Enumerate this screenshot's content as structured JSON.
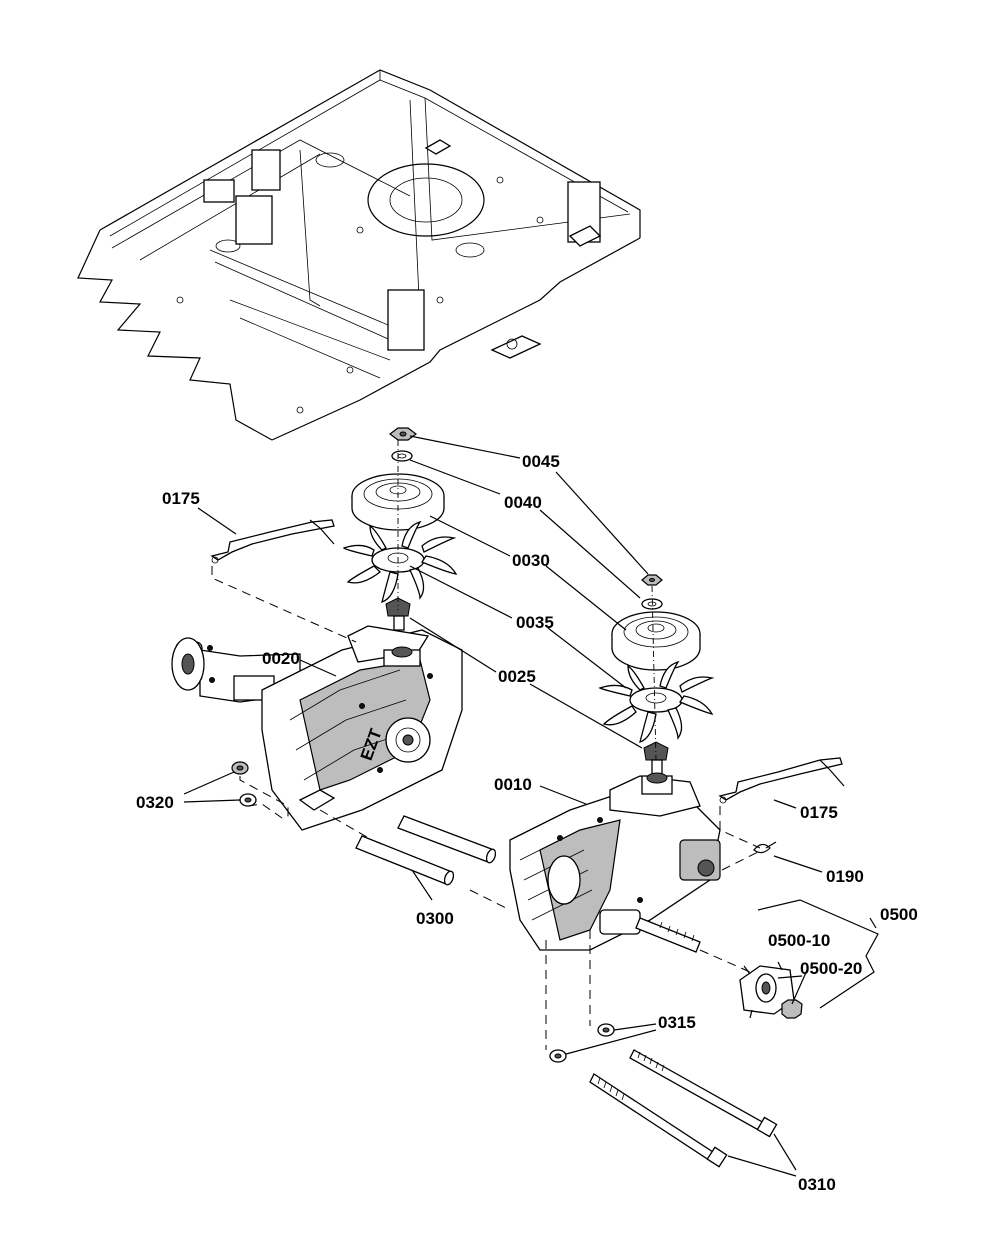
{
  "diagram": {
    "callouts": [
      {
        "id": "c0045",
        "label": "0045"
      },
      {
        "id": "c0040",
        "label": "0040"
      },
      {
        "id": "c0030",
        "label": "0030"
      },
      {
        "id": "c0035",
        "label": "0035"
      },
      {
        "id": "c0025",
        "label": "0025"
      },
      {
        "id": "c0175a",
        "label": "0175"
      },
      {
        "id": "c0020",
        "label": "0020"
      },
      {
        "id": "c0010",
        "label": "0010"
      },
      {
        "id": "c0175b",
        "label": "0175"
      },
      {
        "id": "c0320",
        "label": "0320"
      },
      {
        "id": "c0190",
        "label": "0190"
      },
      {
        "id": "c0300",
        "label": "0300"
      },
      {
        "id": "c0500",
        "label": "0500"
      },
      {
        "id": "c0500-10",
        "label": "0500-10"
      },
      {
        "id": "c0500-20",
        "label": "0500-20"
      },
      {
        "id": "c0315",
        "label": "0315"
      },
      {
        "id": "c0310",
        "label": "0310"
      }
    ],
    "transaxle_marking": "EZT"
  }
}
